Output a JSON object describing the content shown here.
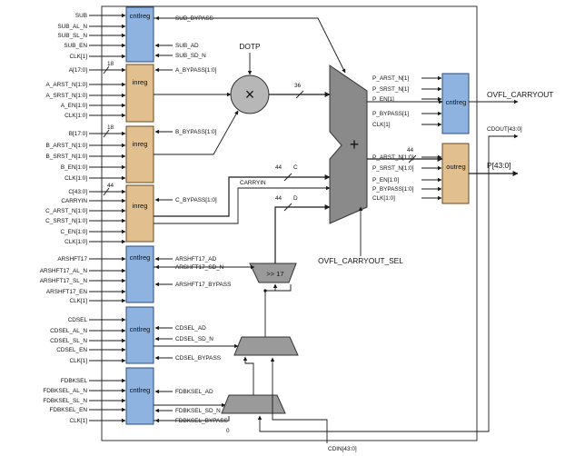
{
  "colors": {
    "ctrlreg_fill": "#8fb3e0",
    "ctrlreg_stroke": "#2e4e7e",
    "inreg_fill": "#e2bf8e",
    "inreg_stroke": "#6b4a1f",
    "adder_fill": "#8a8a8a",
    "mult_fill": "#b7b7b7",
    "mux_fill": "#9a9a9a"
  },
  "blocks": {
    "ctrlreg": "cntlreg",
    "inreg": "inreg",
    "outreg": "outreg",
    "multiplier_symbol": "×",
    "adder_symbol": "+",
    "shifter": ">> 17",
    "dotp": "DOTP"
  },
  "sub_inputs": [
    "SUB",
    "SUB_AL_N",
    "SUB_SL_N",
    "SUB_EN",
    "CLK[1]"
  ],
  "sub_outputs": [
    "SUB_BYPASS",
    "SUB_AD",
    "SUB_SD_N"
  ],
  "a_inputs": [
    "A[17:0]",
    "A_ARST_N[1:0]",
    "A_SRST_N[1:0]",
    "A_EN[1:0]",
    "CLK[1:0]"
  ],
  "a_bypass": "A_BYPASS[1:0]",
  "b_inputs": [
    "B[17:0]",
    "B_ARST_N[1:0]",
    "B_SRST_N[1:0]",
    "B_EN[1:0]",
    "CLK[1:0]"
  ],
  "b_bypass": "B_BYPASS[1:0]",
  "c_inputs": [
    "C[43:0]",
    "CARRYIN",
    "C_ARST_N[1:0]",
    "C_SRST_N[1:0]",
    "C_EN[1:0]",
    "CLK[1:0]"
  ],
  "c_bypass": "C_BYPASS[1:0]",
  "arsh_inputs": [
    "ARSHFT17",
    "ARSHFT17_AL_N",
    "ARSHFT17_SL_N",
    "ARSHFT17_EN",
    "CLK[1]"
  ],
  "arsh_outputs": [
    "ARSHFT17_AD",
    "ARSHFT17_SD_N",
    "ARSHFT17_BYPASS"
  ],
  "cdsel_inputs": [
    "CDSEL",
    "CDSEL_AL_N",
    "CDSEL_SL_N",
    "CDSEL_EN",
    "CLK[1]"
  ],
  "cdsel_outputs": [
    "CDSEL_AD",
    "CDSEL_SD_N",
    "CDSEL_BYPASS"
  ],
  "fdbk_inputs": [
    "FDBKSEL",
    "FDBKSEL_AL_N",
    "FDBKSEL_SL_N",
    "FDBKSEL_EN",
    "CLK[1]"
  ],
  "fdbk_outputs": [
    "FDBKSEL_AD",
    "FDBKSEL_SD_N",
    "FDBKSEL_BYPASS"
  ],
  "bus_widths": {
    "a": "18",
    "b": "18",
    "c": "44",
    "product": "36",
    "c_path": "44",
    "d_path": "44",
    "p_out": "44"
  },
  "path_labels": {
    "c": "C",
    "d": "D",
    "carryin": "CARRYIN"
  },
  "ovfl_reg_inputs": [
    "P_ARST_N[1]",
    "P_SRST_N[1]",
    "P_EN[1]",
    "P_BYPASS[1]",
    "CLK[1]"
  ],
  "out_reg_inputs": [
    "P_ARST_N[1:0]",
    "P_SRST_N[1:0]",
    "P_EN[1:0]",
    "P_BYPASS[1:0]",
    "CLK[1:0]"
  ],
  "outputs": {
    "ovfl": "OVFL_CARRYOUT",
    "cdout": "CDOUT[43:0]",
    "p": "P[43:0]"
  },
  "ovfl_sel": "OVFL_CARRYOUT_SEL",
  "cdin": "CDIN[43:0]",
  "zero": "0"
}
